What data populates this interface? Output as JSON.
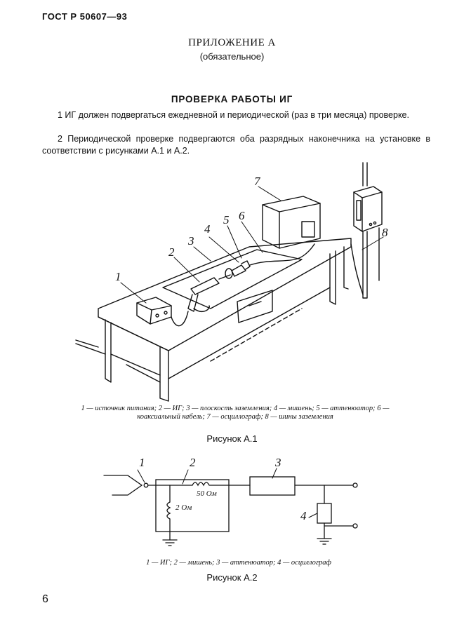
{
  "header": {
    "doc_code": "ГОСТ Р 50607—93"
  },
  "annex": {
    "title": "ПРИЛОЖЕНИЕ А",
    "subtitle": "(обязательное)"
  },
  "section": {
    "title": "ПРОВЕРКА РАБОТЫ ИГ"
  },
  "paragraphs": [
    "1 ИГ должен подвергаться ежедневной и периодической (раз в три месяца) проверке.",
    "2 Периодической проверке подвергаются оба разрядных наконечника на установке в соответствии с рисунками А.1 и А.2."
  ],
  "figure1": {
    "labels": [
      "1",
      "2",
      "3",
      "4",
      "5",
      "6",
      "7",
      "8"
    ],
    "legend": "1 — источник питания; 2 — ИГ; 3 — плоскость заземления; 4 — мишень; 5 — аттенюатор; 6 — коаксиальный кабель; 7 — осциллограф; 8 — шины заземления",
    "caption": "Рисунок А.1"
  },
  "figure2": {
    "labels": [
      "1",
      "2",
      "3",
      "4"
    ],
    "r1": "50 Ом",
    "r2": "2 Ом",
    "legend": "1 — ИГ; 2 — мишень; 3 — аттенюатор; 4 — осциллограф",
    "caption": "Рисунок А.2"
  },
  "footer": {
    "page_number": "6"
  }
}
